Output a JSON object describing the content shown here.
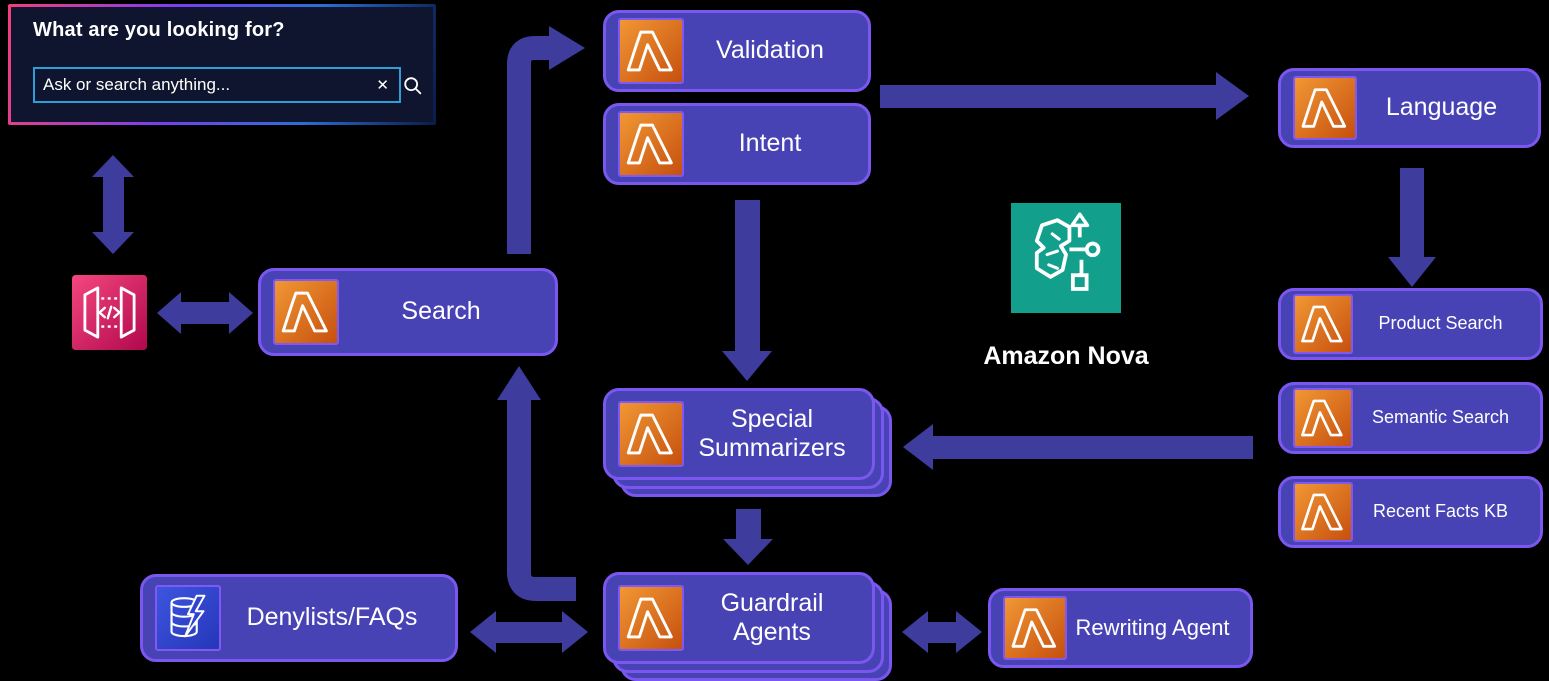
{
  "search_widget": {
    "title": "What are you looking for?",
    "input_placeholder": "Ask or search anything...",
    "clear_icon": "✕"
  },
  "nodes": {
    "search": "Search",
    "validation": "Validation",
    "intent": "Intent",
    "special_summarizers": "Special Summarizers",
    "guardrail_agents": "Guardrail Agents",
    "denylists_faqs": "Denylists/FAQs",
    "rewriting_agent": "Rewriting Agent",
    "language": "Language",
    "product_search": "Product Search",
    "semantic_search": "Semantic Search",
    "recent_facts_kb": "Recent Facts KB"
  },
  "nova": {
    "label": "Amazon Nova"
  },
  "icons": {
    "lambda": "aws-lambda",
    "api_gateway": "aws-api-gateway",
    "database": "aws-database-lightning",
    "nova": "amazon-nova-brain-circuit",
    "magnifier": "search-magnifier",
    "clear": "✕"
  },
  "colors": {
    "background": "#000000",
    "node_fill": "#4843B5",
    "node_border": "#7B57F0",
    "arrow": "#3E3C9D",
    "lambda_orange_start": "#F19733",
    "lambda_orange_end": "#C6500F",
    "api_gateway_pink_start": "#F5477F",
    "api_gateway_pink_end": "#B0084D",
    "database_blue_start": "#3D55E0",
    "database_blue_end": "#2636B8",
    "nova_teal": "#12A08C",
    "widget_bg": "#0F152E",
    "search_input_border": "#2D9FD6"
  }
}
